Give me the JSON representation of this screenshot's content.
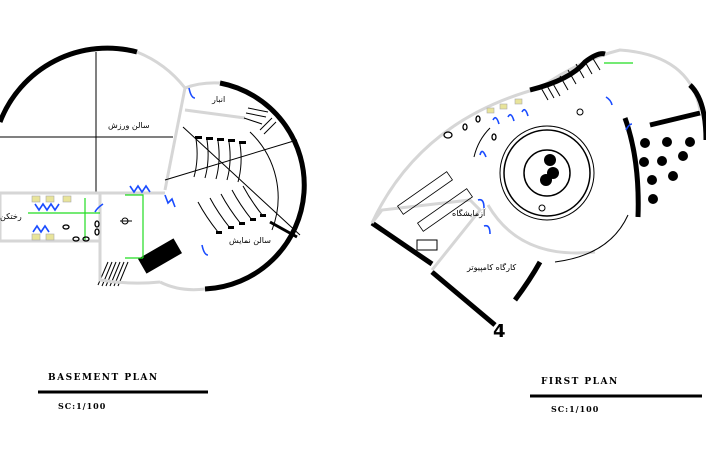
{
  "basement": {
    "title": "BASEMENT PLAN",
    "scale": "SC:1/100",
    "rooms": {
      "gym": "سالن ورزش",
      "storage": "انبار",
      "show_hall": "سالن نمایش",
      "changing": "رختکن"
    }
  },
  "first": {
    "title": "FIRST PLAN",
    "scale": "SC:1/100",
    "rooms": {
      "lab": "آزمایشگاه",
      "computer_workshop": "کارگاه کامپیوتر"
    },
    "marker": "4"
  },
  "colors": {
    "door": "#1a4cff",
    "dimension": "#22dd22",
    "fixture": "#e8e49a"
  }
}
